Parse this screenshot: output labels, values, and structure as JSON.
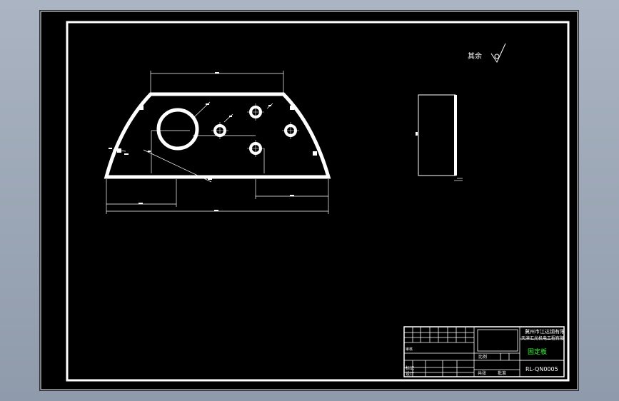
{
  "drawing": {
    "roughness_note": "其余",
    "title_block": {
      "company_line1": "冀州市江达钢有限",
      "company_line2": "天津汇光机电工程有限",
      "part_name": "固定板",
      "drawing_number": "RL-QN0005",
      "scale_label": "比例",
      "quantity_label": "共张",
      "mark_label": "标记",
      "design_label": "设计",
      "approve_label": "批准",
      "review_label": "审核"
    }
  },
  "colors": {
    "canvas": "#000000",
    "lines": "#ffffff",
    "accent": "#33ff33"
  }
}
